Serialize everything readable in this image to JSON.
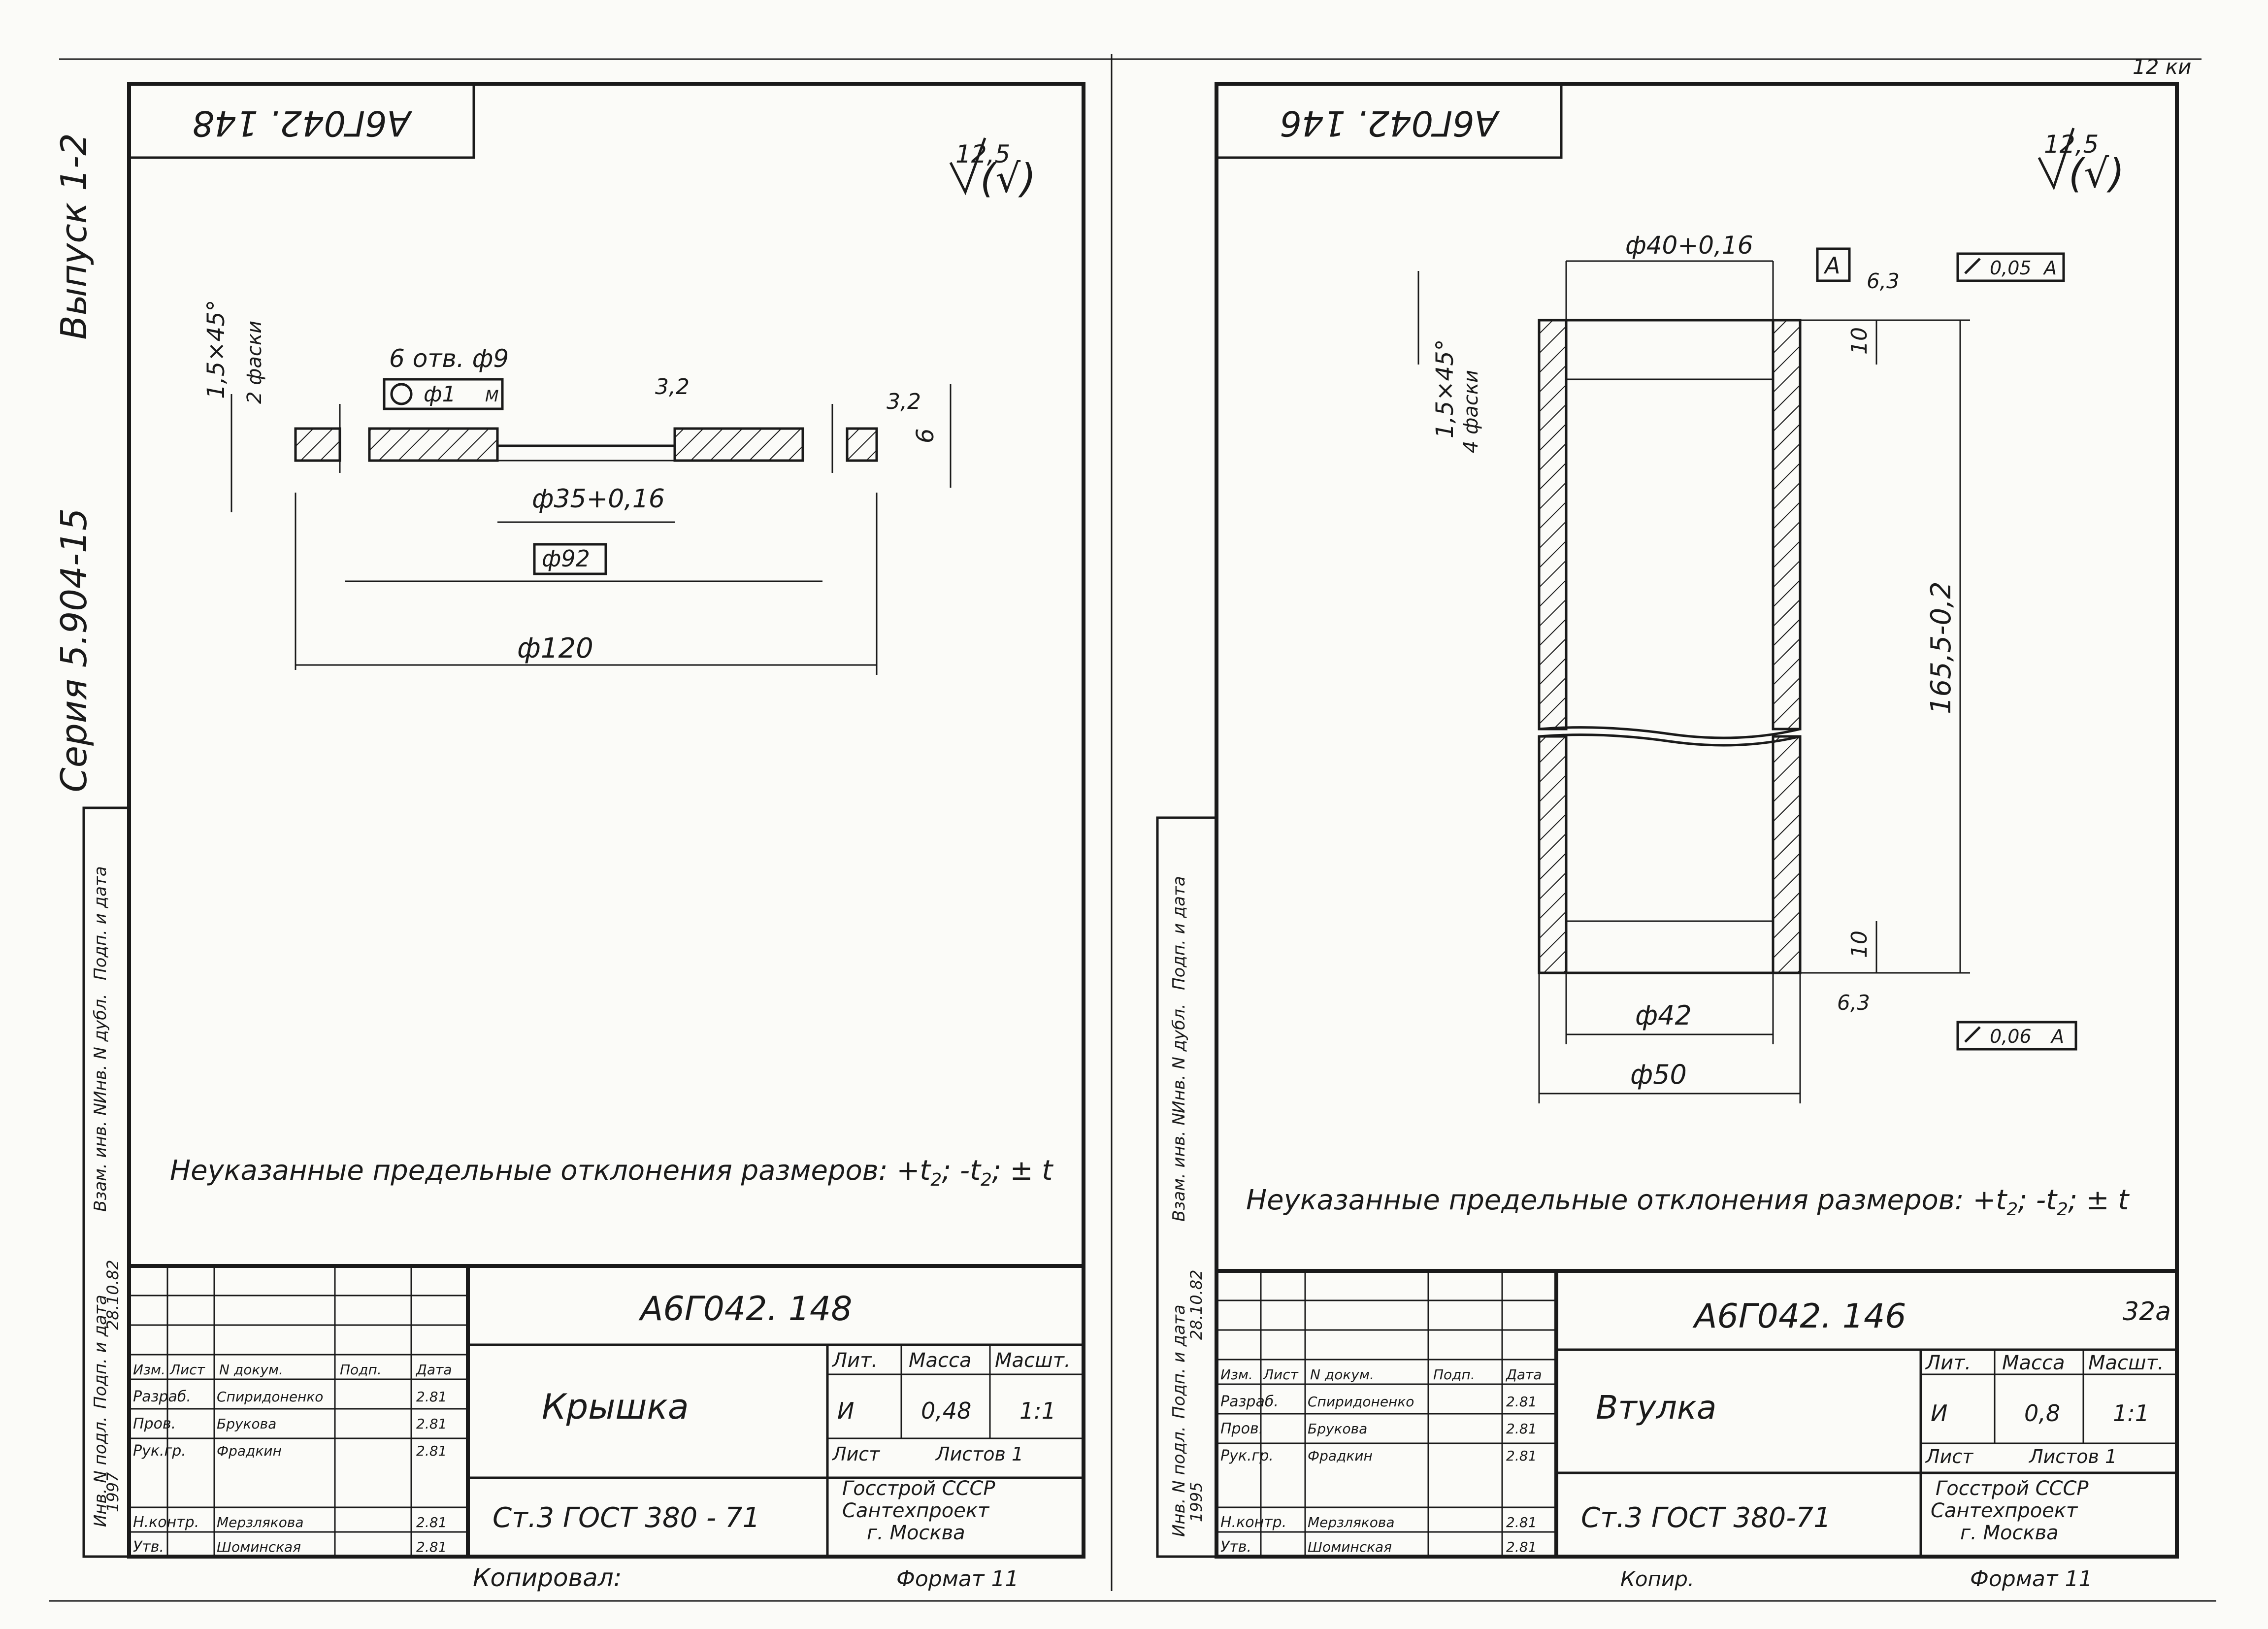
{
  "corner_mark": "12 ки",
  "left_sheet": {
    "top_code": "А6Г042. 148",
    "roughness": {
      "value": "12,5",
      "symbol": "(√)"
    },
    "side_series": "Серия 5.904-15",
    "side_issue": "Выпуск 1-2",
    "note_text": "Неуказанные предельные отклонения размеров: +t",
    "note_suffix": "; -t",
    "note_pm": "; ± t",
    "note_t": "2",
    "drawing": {
      "chamfer": "1,5×45°",
      "chamfer_count": "2 фаски",
      "holes": "6 отв. ф9",
      "position_tol": "ф1",
      "position_sym": "М",
      "rough_bore": "3,2",
      "rough_edge": "3,2",
      "thickness": "6",
      "bore": "ф35+0,16",
      "pcd": "ф92",
      "outer": "ф120"
    },
    "title_block": {
      "code": "А6Г042. 148",
      "name": "Крышка",
      "material": "Ст.3 ГОСТ 380 - 71",
      "lit_label": "Лит.",
      "mass_label": "Масса",
      "scale_label": "Масшт.",
      "lit_value": "И",
      "mass_value": "0,48",
      "scale_value": "1:1",
      "sheet_label": "Лист",
      "sheets_label": "Листов 1",
      "org_line1": "Госстрой СССР",
      "org_line2": "Сантехпроект",
      "org_line3": "г. Москва",
      "header_row": [
        "Изм.",
        "Лист",
        "N докум.",
        "Подп.",
        "Дата"
      ],
      "people": [
        {
          "role": "Разраб.",
          "name": "Спиридоненко",
          "date": "2.81"
        },
        {
          "role": "Пров.",
          "name": "Брукова",
          "date": "2.81"
        },
        {
          "role": "Рук.гр.",
          "name": "Фрадкин",
          "date": "2.81"
        },
        {
          "role": "Н.контр.",
          "name": "Мерзлякова",
          "date": "2.81"
        },
        {
          "role": "Утв.",
          "name": "Шоминская",
          "date": "2.81"
        }
      ],
      "stamp_date": "28.10.82",
      "year": "1997"
    },
    "side_columns": [
      "Инв. N подл.",
      "Подп. и дата",
      "Взам. инв. N",
      "Инв. N дубл.",
      "Подп. и дата"
    ],
    "copied": "Копировал:",
    "format": "Формат 11"
  },
  "right_sheet": {
    "top_code": "А6Г042. 146",
    "roughness": {
      "value": "12,5",
      "symbol": "(√)"
    },
    "note_text": "Неуказанные предельные отклонения размеров: +t",
    "note_suffix": "; -t",
    "note_pm": "; ± t",
    "note_t": "2",
    "drawing": {
      "chamfer": "1,5×45°",
      "chamfer_count": "4 фаски",
      "bore": "ф40+0,16",
      "datum": "А",
      "rough_top": "6,3",
      "rough_bottom": "6,3",
      "runout_top": "0,05",
      "runout_bottom": "0,06",
      "length": "165,5-0,2",
      "len_top": "10",
      "len_bottom": "10",
      "inner": "ф42",
      "outer": "ф50"
    },
    "title_block": {
      "code": "А6Г042. 146",
      "sheet_mark": "32а",
      "name": "Втулка",
      "material": "Ст.3 ГОСТ 380-71",
      "lit_label": "Лит.",
      "mass_label": "Масса",
      "scale_label": "Масшт.",
      "lit_value": "И",
      "mass_value": "0,8",
      "scale_value": "1:1",
      "sheet_label": "Лист",
      "sheets_label": "Листов 1",
      "org_line1": "Госстрой СССР",
      "org_line2": "Сантехпроект",
      "org_line3": "г. Москва",
      "header_row": [
        "Изм.",
        "Лист",
        "N докум.",
        "Подп.",
        "Дата"
      ],
      "people": [
        {
          "role": "Разраб.",
          "name": "Спиридоненко",
          "date": "2.81"
        },
        {
          "role": "Пров.",
          "name": "Брукова",
          "date": "2.81"
        },
        {
          "role": "Рук.гр.",
          "name": "Фрадкин",
          "date": "2.81"
        },
        {
          "role": "Н.контр.",
          "name": "Мерзлякова",
          "date": "2.81"
        },
        {
          "role": "Утв.",
          "name": "Шоминская",
          "date": "2.81"
        }
      ],
      "stamp_date": "28.10.82",
      "year": "1995"
    },
    "side_columns": [
      "Инв. N подл.",
      "Подп. и дата",
      "Взам. инв. N",
      "Инв. N дубл.",
      "Подп. и дата"
    ],
    "copied": "Копир.",
    "format": "Формат 11"
  }
}
